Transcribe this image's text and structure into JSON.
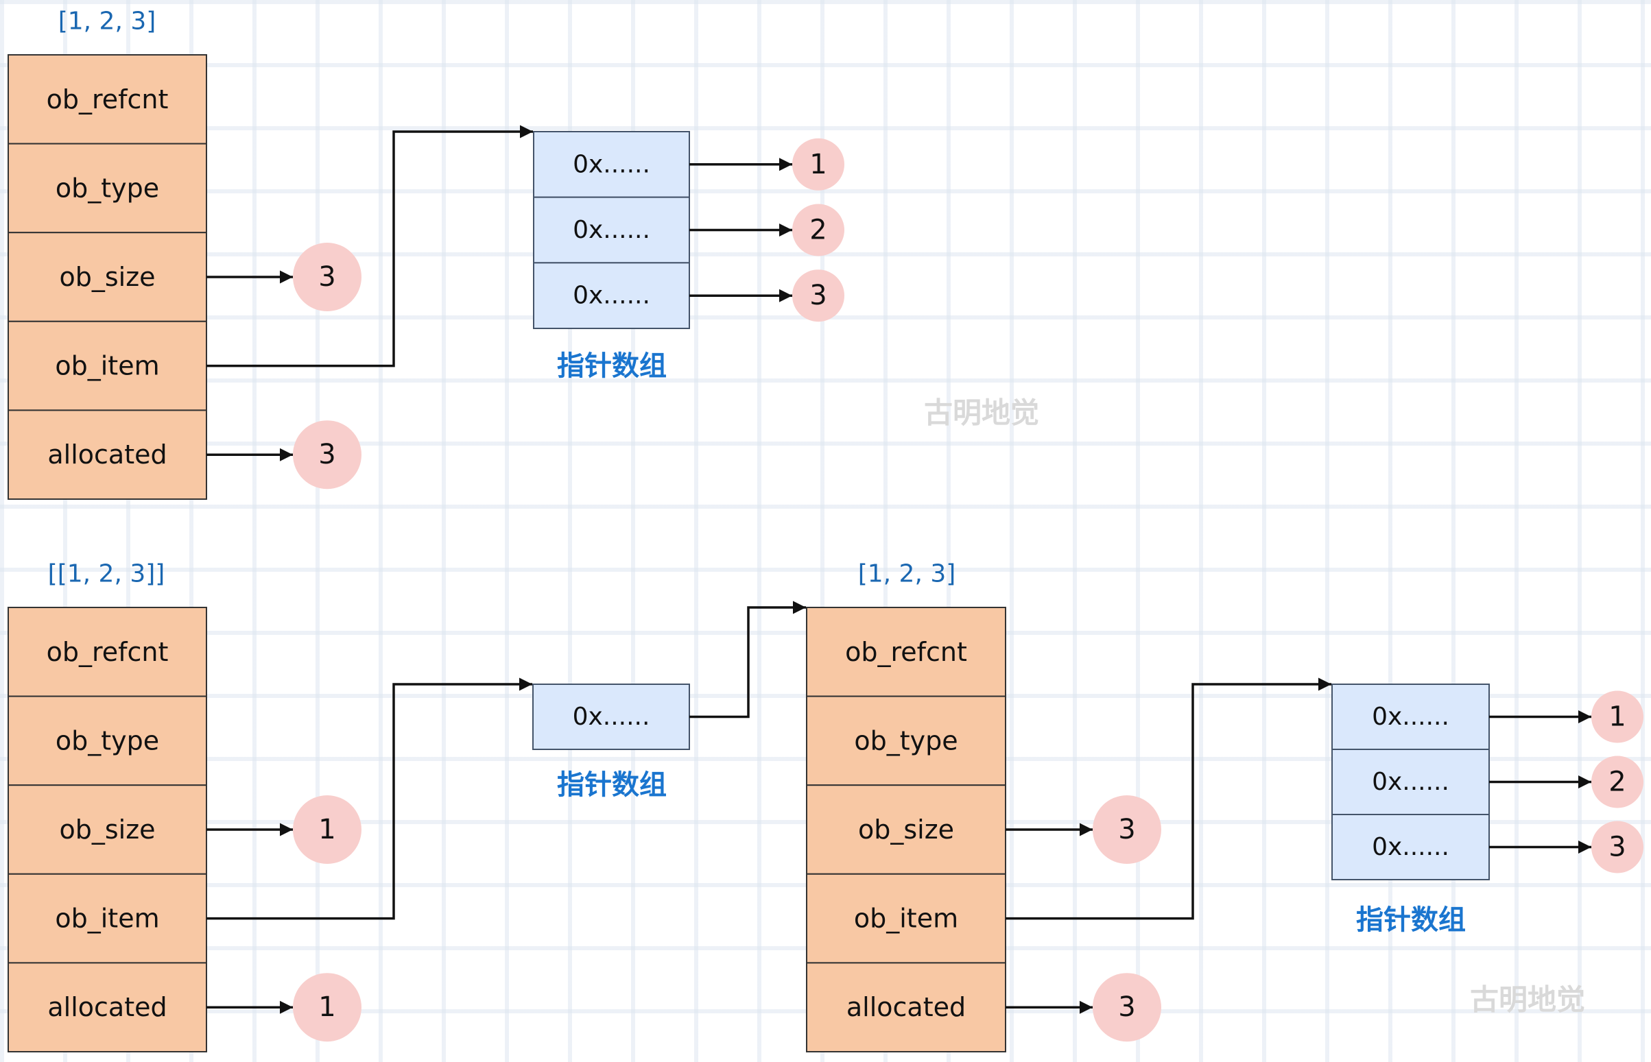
{
  "colors": {
    "struct_fill": "#f8c8a4",
    "struct_stroke": "#333333",
    "pointer_fill": "#dae8fc",
    "pointer_stroke": "#44546a",
    "value_circle_fill": "#f8cecc",
    "label_color": "#1a67b1",
    "caption_color": "#1a75cf",
    "watermark_color": "#d9d9d9"
  },
  "top": {
    "label": "[1, 2, 3]",
    "fields": [
      "ob_refcnt",
      "ob_type",
      "ob_size",
      "ob_item",
      "allocated"
    ],
    "ob_size_value": "3",
    "allocated_value": "3",
    "pointer_array_label": "指针数组",
    "pointers": [
      "0x......",
      "0x......",
      "0x......"
    ],
    "elements": [
      "1",
      "2",
      "3"
    ]
  },
  "bottom_outer": {
    "label": "[[1, 2, 3]]",
    "fields": [
      "ob_refcnt",
      "ob_type",
      "ob_size",
      "ob_item",
      "allocated"
    ],
    "ob_size_value": "1",
    "allocated_value": "1",
    "pointer_array_label": "指针数组",
    "pointers": [
      "0x......"
    ]
  },
  "bottom_inner": {
    "label": "[1, 2, 3]",
    "fields": [
      "ob_refcnt",
      "ob_type",
      "ob_size",
      "ob_item",
      "allocated"
    ],
    "ob_size_value": "3",
    "allocated_value": "3",
    "pointer_array_label": "指针数组",
    "pointers": [
      "0x......",
      "0x......",
      "0x......"
    ],
    "elements": [
      "1",
      "2",
      "3"
    ]
  },
  "watermarks": [
    "古明地觉",
    "古明地觉"
  ]
}
